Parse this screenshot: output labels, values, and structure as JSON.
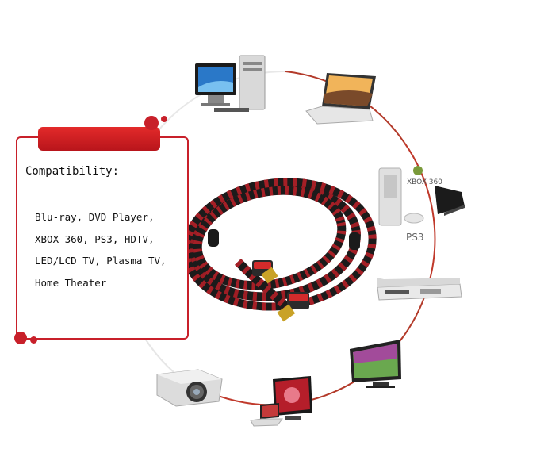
{
  "compatibility": {
    "title": "Compatibility:",
    "lines": [
      "Blu-ray, DVD Player,",
      "XBOX 360, PS3, HDTV,",
      "LED/LCD TV, Plasma TV,",
      "Home Theater"
    ]
  },
  "device_labels": {
    "ps3": "PS3",
    "xbox": "XBOX 360"
  },
  "devices": [
    "desktop-computer",
    "laptop",
    "xbox-360",
    "ps3",
    "dvd-player",
    "flat-tv",
    "monitor-laptop",
    "projector"
  ],
  "colors": {
    "accent": "#c8202a",
    "cable_red": "#b0202a",
    "cable_black": "#1a1a1a"
  }
}
